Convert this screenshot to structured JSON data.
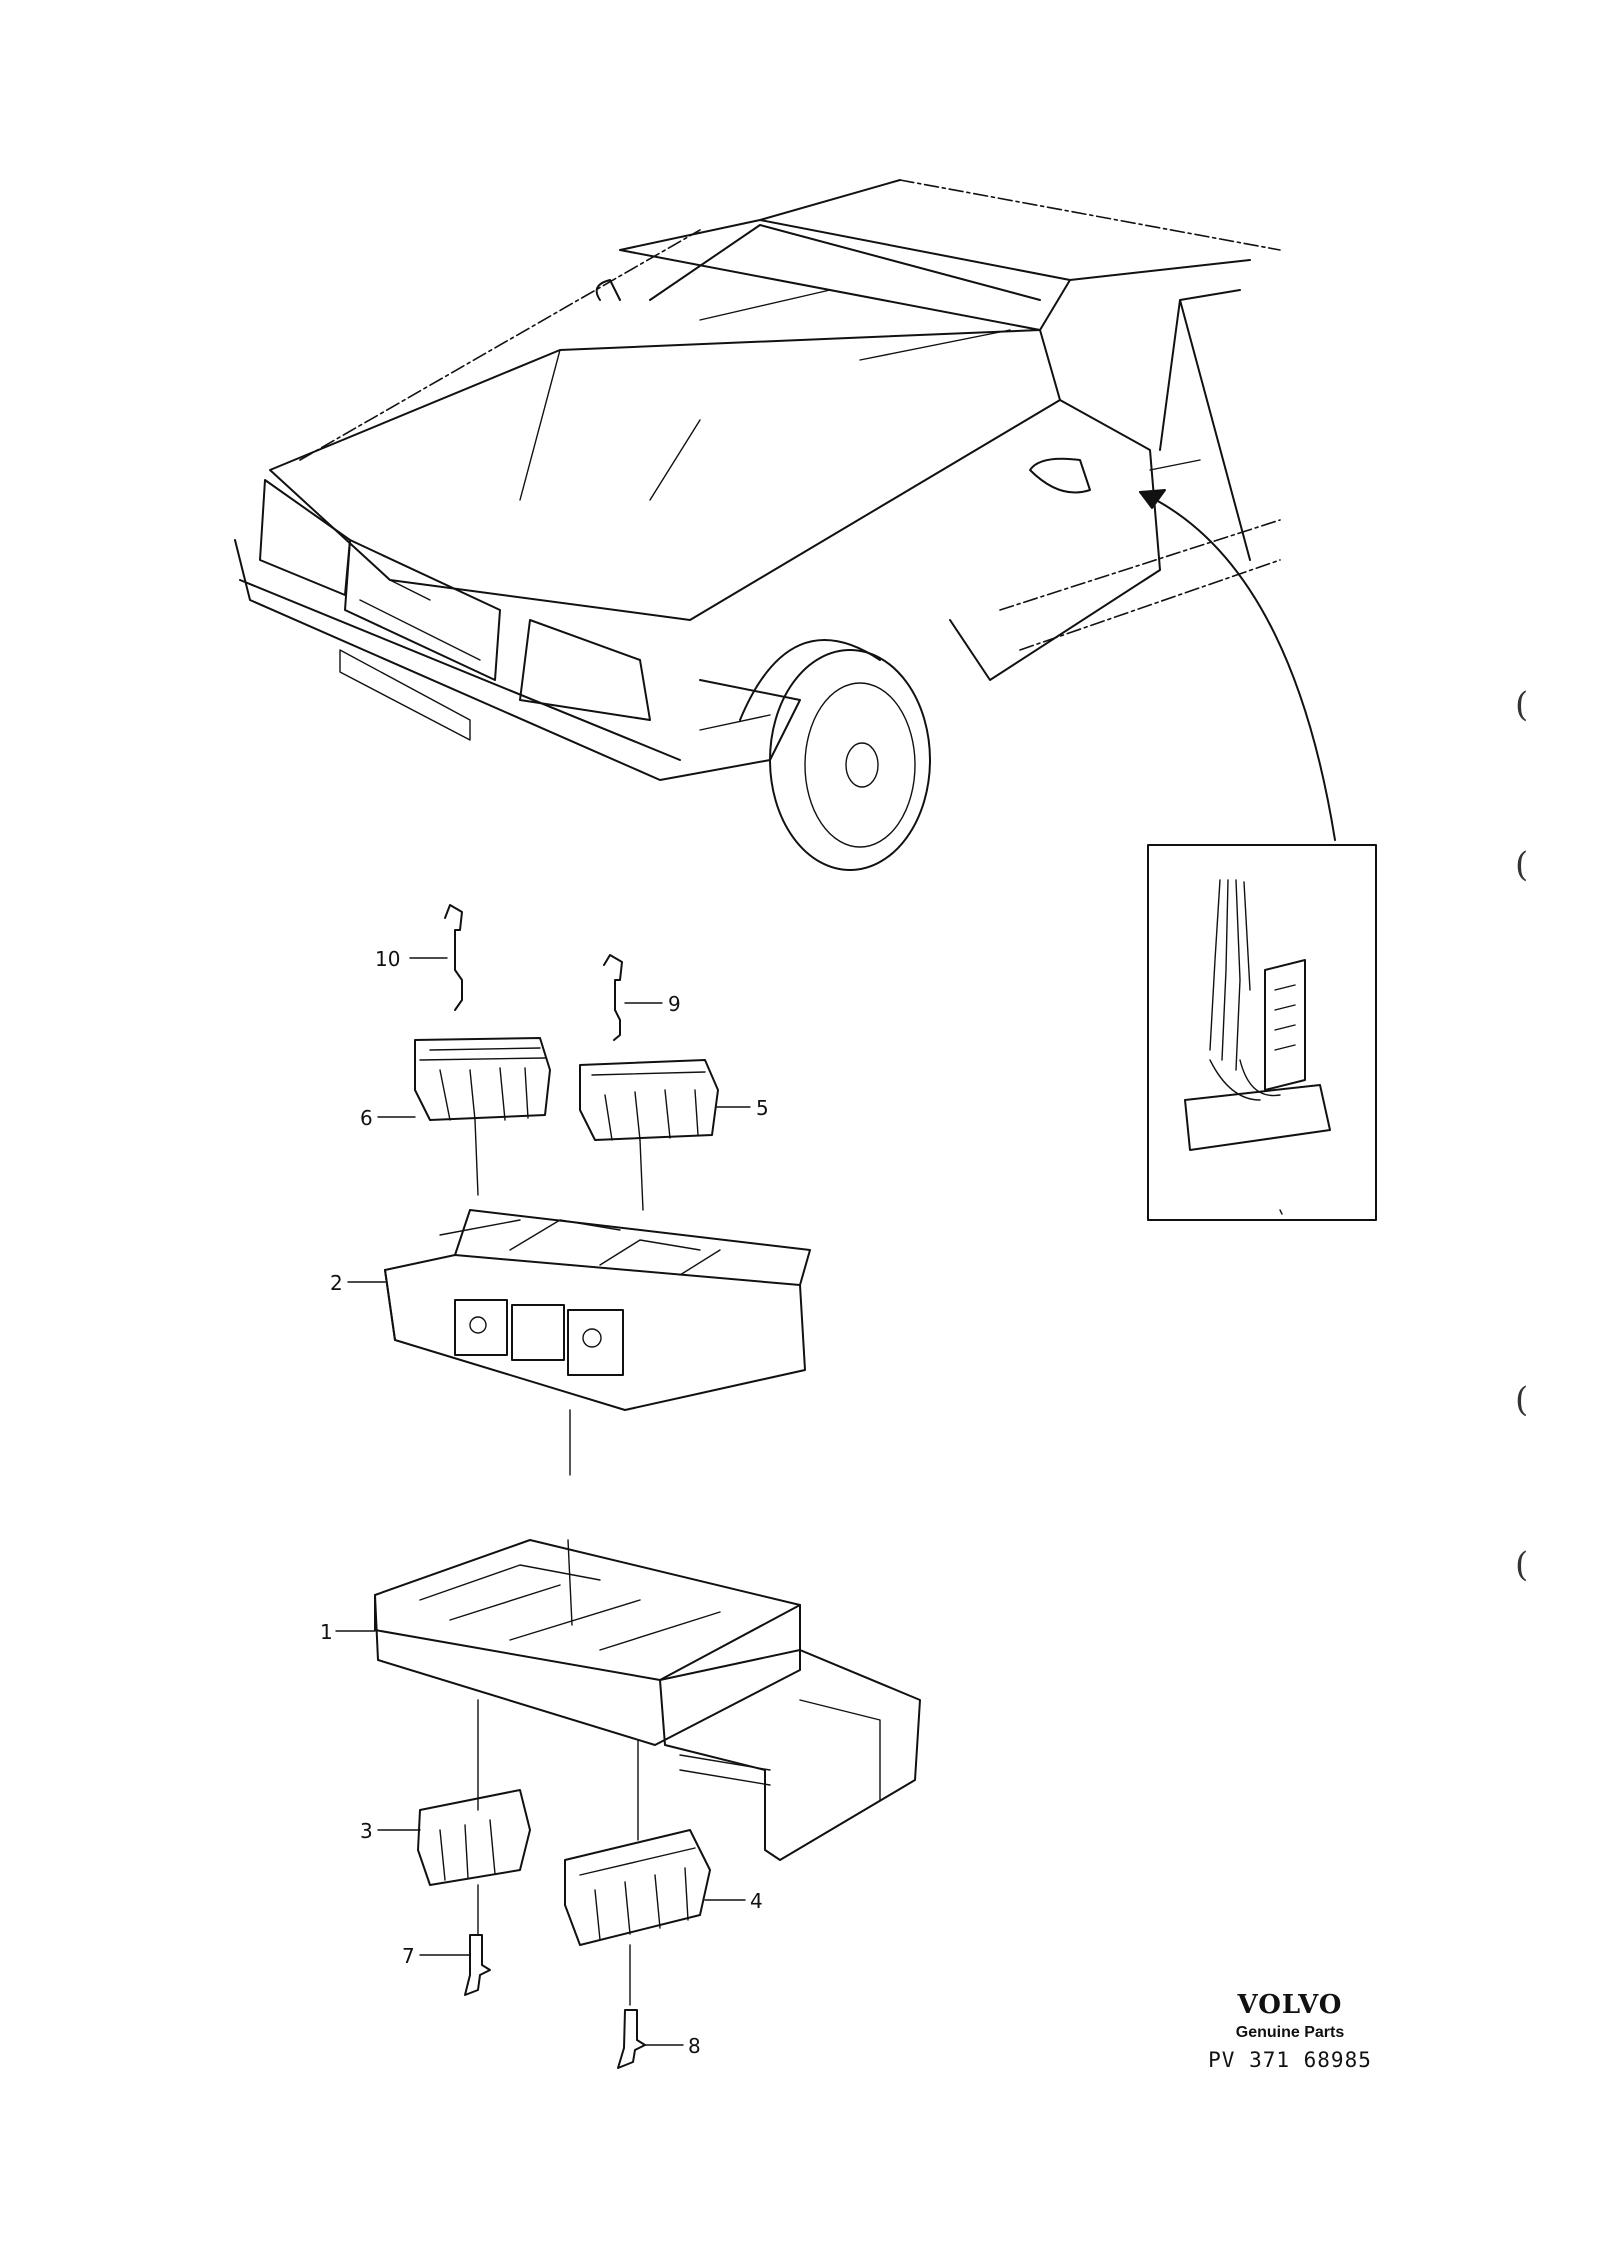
{
  "callouts": [
    {
      "id": "1",
      "label": "1"
    },
    {
      "id": "2",
      "label": "2"
    },
    {
      "id": "3",
      "label": "3"
    },
    {
      "id": "4",
      "label": "4"
    },
    {
      "id": "5",
      "label": "5"
    },
    {
      "id": "6",
      "label": "6"
    },
    {
      "id": "7",
      "label": "7"
    },
    {
      "id": "8",
      "label": "8"
    },
    {
      "id": "9",
      "label": "9"
    },
    {
      "id": "10",
      "label": "10"
    }
  ],
  "brand": {
    "logo": "VOLVO",
    "subtitle": "Genuine Parts",
    "code": "PV 371 68985"
  },
  "margin_marks": [
    "(",
    "(",
    "(",
    "("
  ]
}
